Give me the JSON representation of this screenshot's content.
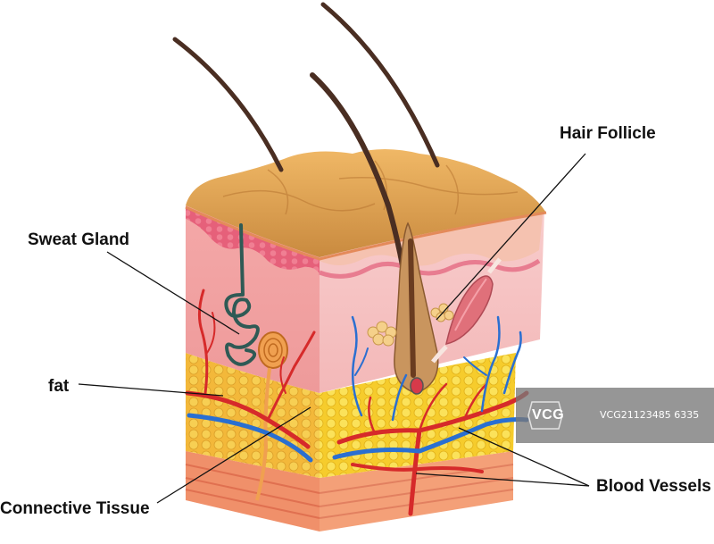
{
  "labels": {
    "hair_follicle": "Hair Follicle",
    "sweat_gland": "Sweat Gland",
    "fat": "fat",
    "connective_tissue": "Connective Tissue",
    "blood_vessels": "Blood Vessels"
  },
  "watermark": {
    "brand": "VCG",
    "code": "VCG21123485 6335"
  },
  "colors": {
    "epidermis": "#d9a05a",
    "dermis": "#f2b6b6",
    "fat": "#f7d23a",
    "artery": "#d62a2a",
    "vein": "#2a6fd1",
    "hair": "#4a2e22",
    "gland": "#2f5a55"
  }
}
